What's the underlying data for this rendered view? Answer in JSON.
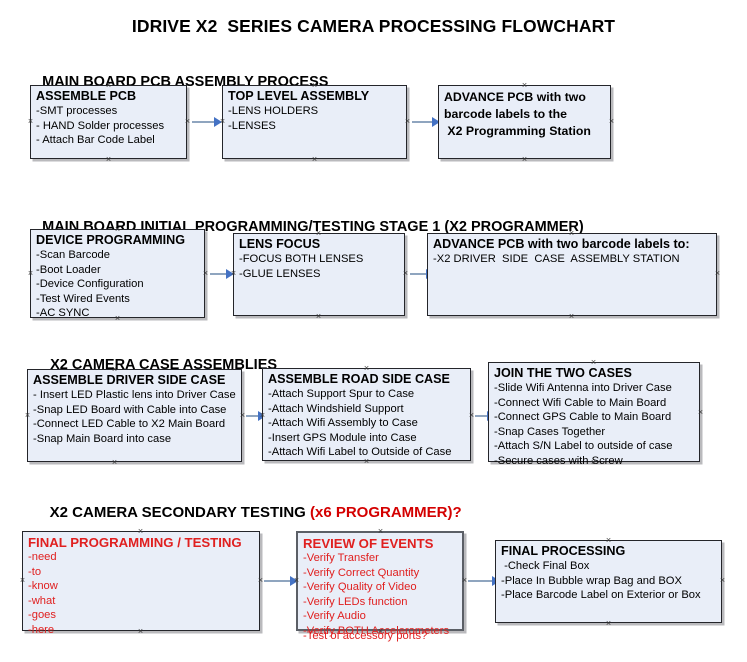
{
  "document": {
    "title": "IDRIVE X2  SERIES CAMERA PROCESSING FLOWCHART"
  },
  "chart_data": {
    "type": "diagram",
    "title": "IDRIVE X2  SERIES CAMERA PROCESSING FLOWCHART",
    "layout": "four horizontal process lanes, left-to-right arrow flow",
    "colors": {
      "box_fill": "#e9eef8",
      "box_border": "#24252a",
      "gray_border": "#5b5f66",
      "arrow_shaft": "#8fa5bf",
      "arrow_head": "#4472c4",
      "accent_red": "#e02020",
      "header_red": "#d40000",
      "text": "#000000"
    },
    "sections": [
      {
        "id": "main-board-pcb-assembly",
        "header": "MAIN BOARD PCB ASSEMBLY PROCESS",
        "header_accent": "",
        "nodes": [
          {
            "id": "assemble-pcb",
            "title": "ASSEMBLE PCB",
            "lines": [
              "-SMT processes",
              "- HAND Solder processes",
              "- Attach Bar Code Label"
            ],
            "bold_body": false,
            "red": false
          },
          {
            "id": "top-level-assembly",
            "title": "TOP LEVEL ASSEMBLY",
            "lines": [
              "-LENS HOLDERS",
              "-LENSES"
            ],
            "bold_body": false,
            "red": false
          },
          {
            "id": "advance-pcb-programming-station",
            "title": "ADVANCE PCB with two",
            "lines": [
              "barcode labels to the",
              " X2 Programming Station"
            ],
            "bold_body": true,
            "red": false
          }
        ],
        "edges": [
          "assemble-pcb -> top-level-assembly",
          "top-level-assembly -> advance-pcb-programming-station"
        ]
      },
      {
        "id": "main-board-initial-programming",
        "header": "MAIN BOARD INITIAL PROGRAMMING/TESTING STAGE 1 (X2 PROGRAMMER)",
        "header_accent": "",
        "nodes": [
          {
            "id": "device-programming",
            "title": "DEVICE PROGRAMMING",
            "lines": [
              "-Scan Barcode",
              "-Boot Loader",
              "-Device Configuration",
              "-Test Wired Events",
              "-AC SYNC"
            ],
            "bold_body": false,
            "red": false
          },
          {
            "id": "lens-focus",
            "title": "LENS FOCUS",
            "lines": [
              "-FOCUS BOTH LENSES",
              "-GLUE LENSES"
            ],
            "bold_body": false,
            "red": false
          },
          {
            "id": "advance-pcb-driver-side-case",
            "title": "ADVANCE PCB with two barcode labels to:",
            "lines": [
              "-X2 DRIVER  SIDE  CASE  ASSEMBLY STATION"
            ],
            "bold_body": false,
            "red": false
          }
        ],
        "edges": [
          "device-programming -> lens-focus",
          "lens-focus -> advance-pcb-driver-side-case"
        ]
      },
      {
        "id": "x2-camera-case-assemblies",
        "header": "X2 CAMERA CASE ASSEMBLIES",
        "header_accent": "",
        "nodes": [
          {
            "id": "assemble-driver-side-case",
            "title": "ASSEMBLE DRIVER SIDE CASE",
            "lines": [
              "- Insert LED Plastic lens into Driver Case",
              "-Snap LED Board with Cable into Case",
              "-Connect LED Cable to X2 Main Board",
              "-Snap Main Board into case"
            ],
            "bold_body": false,
            "red": false
          },
          {
            "id": "assemble-road-side-case",
            "title": "ASSEMBLE ROAD SIDE CASE",
            "lines": [
              "-Attach Support Spur to Case",
              "-Attach Windshield Support",
              "-Attach Wifi Assembly to Case",
              "-Insert GPS Module into Case",
              "-Attach Wifi Label to Outside of Case"
            ],
            "bold_body": false,
            "red": false
          },
          {
            "id": "join-the-two-cases",
            "title": "JOIN THE TWO CASES",
            "lines": [
              "-Slide Wifi Antenna into Driver Case",
              "-Connect Wifi Cable to Main Board",
              "-Connect GPS Cable to Main Board",
              "-Snap Cases Together",
              "-Attach S/N Label to outside of case",
              "-Secure cases with Screw"
            ],
            "bold_body": false,
            "red": false
          }
        ],
        "edges": [
          "assemble-driver-side-case -> assemble-road-side-case",
          "assemble-road-side-case -> join-the-two-cases"
        ]
      },
      {
        "id": "x2-camera-secondary-testing",
        "header": "X2 CAMERA SECONDARY TESTING ",
        "header_accent": "(x6 PROGRAMMER)?",
        "nodes": [
          {
            "id": "final-programming-testing",
            "title": "FINAL PROGRAMMING / TESTING",
            "lines": [
              "-need",
              "-to",
              "-know",
              "-what",
              "-goes",
              "-here"
            ],
            "bold_body": false,
            "red": true
          },
          {
            "id": "review-of-events",
            "title": "REVIEW OF EVENTS",
            "lines": [
              "-Verify Transfer",
              "-Verify Correct Quantity",
              "-Verify Quality of Video",
              "-Verify LEDs function",
              "-Verify Audio",
              "-Verify BOTH Accelerometers"
            ],
            "overflow_line": "-Test of accessory ports?",
            "bold_body": false,
            "red": true
          },
          {
            "id": "final-processing",
            "title": "FINAL PROCESSING",
            "lines": [
              " -Check Final Box",
              "-Place In Bubble wrap Bag and BOX",
              "-Place Barcode Label on Exterior or Box"
            ],
            "bold_body": false,
            "red": false
          }
        ],
        "edges": [
          "final-programming-testing -> review-of-events",
          "review-of-events -> final-processing"
        ]
      }
    ]
  }
}
